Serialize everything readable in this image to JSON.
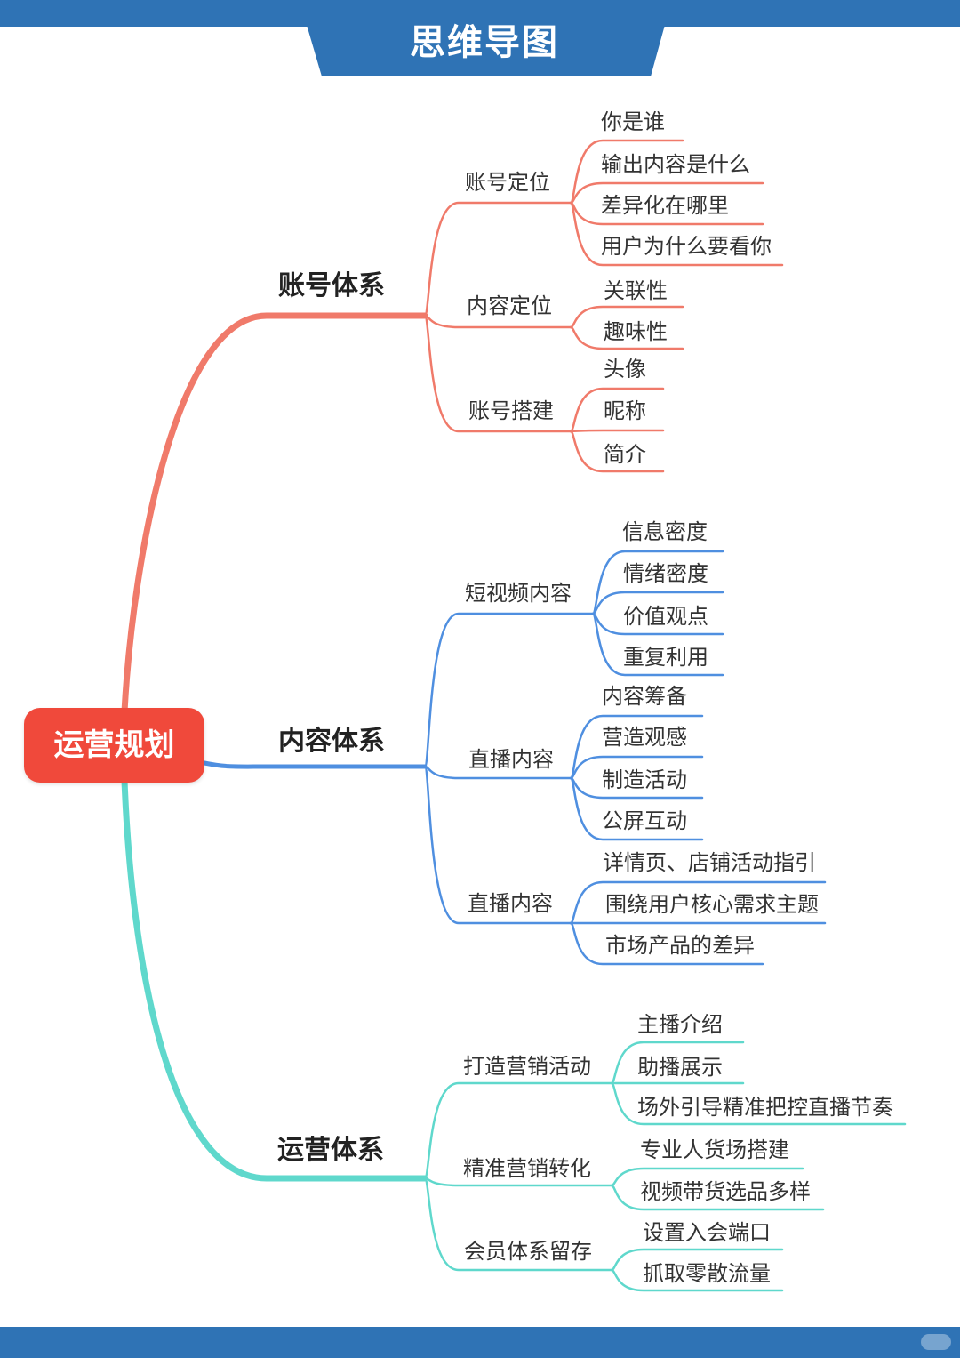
{
  "title": "思维导图",
  "root": {
    "label": "运营规划",
    "color": "#f0493b"
  },
  "colors": {
    "header": "#2f73b5",
    "branch_account": "#f07a6a",
    "branch_content": "#4f8fe0",
    "branch_operation": "#5fd8cc"
  },
  "branches": [
    {
      "label": "账号体系",
      "subs": [
        {
          "label": "账号定位",
          "leaves": [
            "你是谁",
            "输出内容是什么",
            "差异化在哪里",
            "用户为什么要看你"
          ]
        },
        {
          "label": "内容定位",
          "leaves": [
            "关联性",
            "趣味性"
          ]
        },
        {
          "label": "账号搭建",
          "leaves": [
            "头像",
            "昵称",
            "简介"
          ]
        }
      ]
    },
    {
      "label": "内容体系",
      "subs": [
        {
          "label": "短视频内容",
          "leaves": [
            "信息密度",
            "情绪密度",
            "价值观点",
            "重复利用"
          ]
        },
        {
          "label": "直播内容",
          "leaves": [
            "内容筹备",
            "营造观感",
            "制造活动",
            "公屏互动"
          ]
        },
        {
          "label": "直播内容",
          "leaves": [
            "详情页、店铺活动指引",
            "围绕用户核心需求主题",
            "市场产品的差异"
          ]
        }
      ]
    },
    {
      "label": "运营体系",
      "subs": [
        {
          "label": "打造营销活动",
          "leaves": [
            "主播介绍",
            "助播展示",
            "场外引导精准把控直播节奏"
          ]
        },
        {
          "label": "精准营销转化",
          "leaves": [
            "专业人货场搭建",
            "视频带货选品多样"
          ]
        },
        {
          "label": "会员体系留存",
          "leaves": [
            "设置入会端口",
            "抓取零散流量"
          ]
        }
      ]
    }
  ]
}
